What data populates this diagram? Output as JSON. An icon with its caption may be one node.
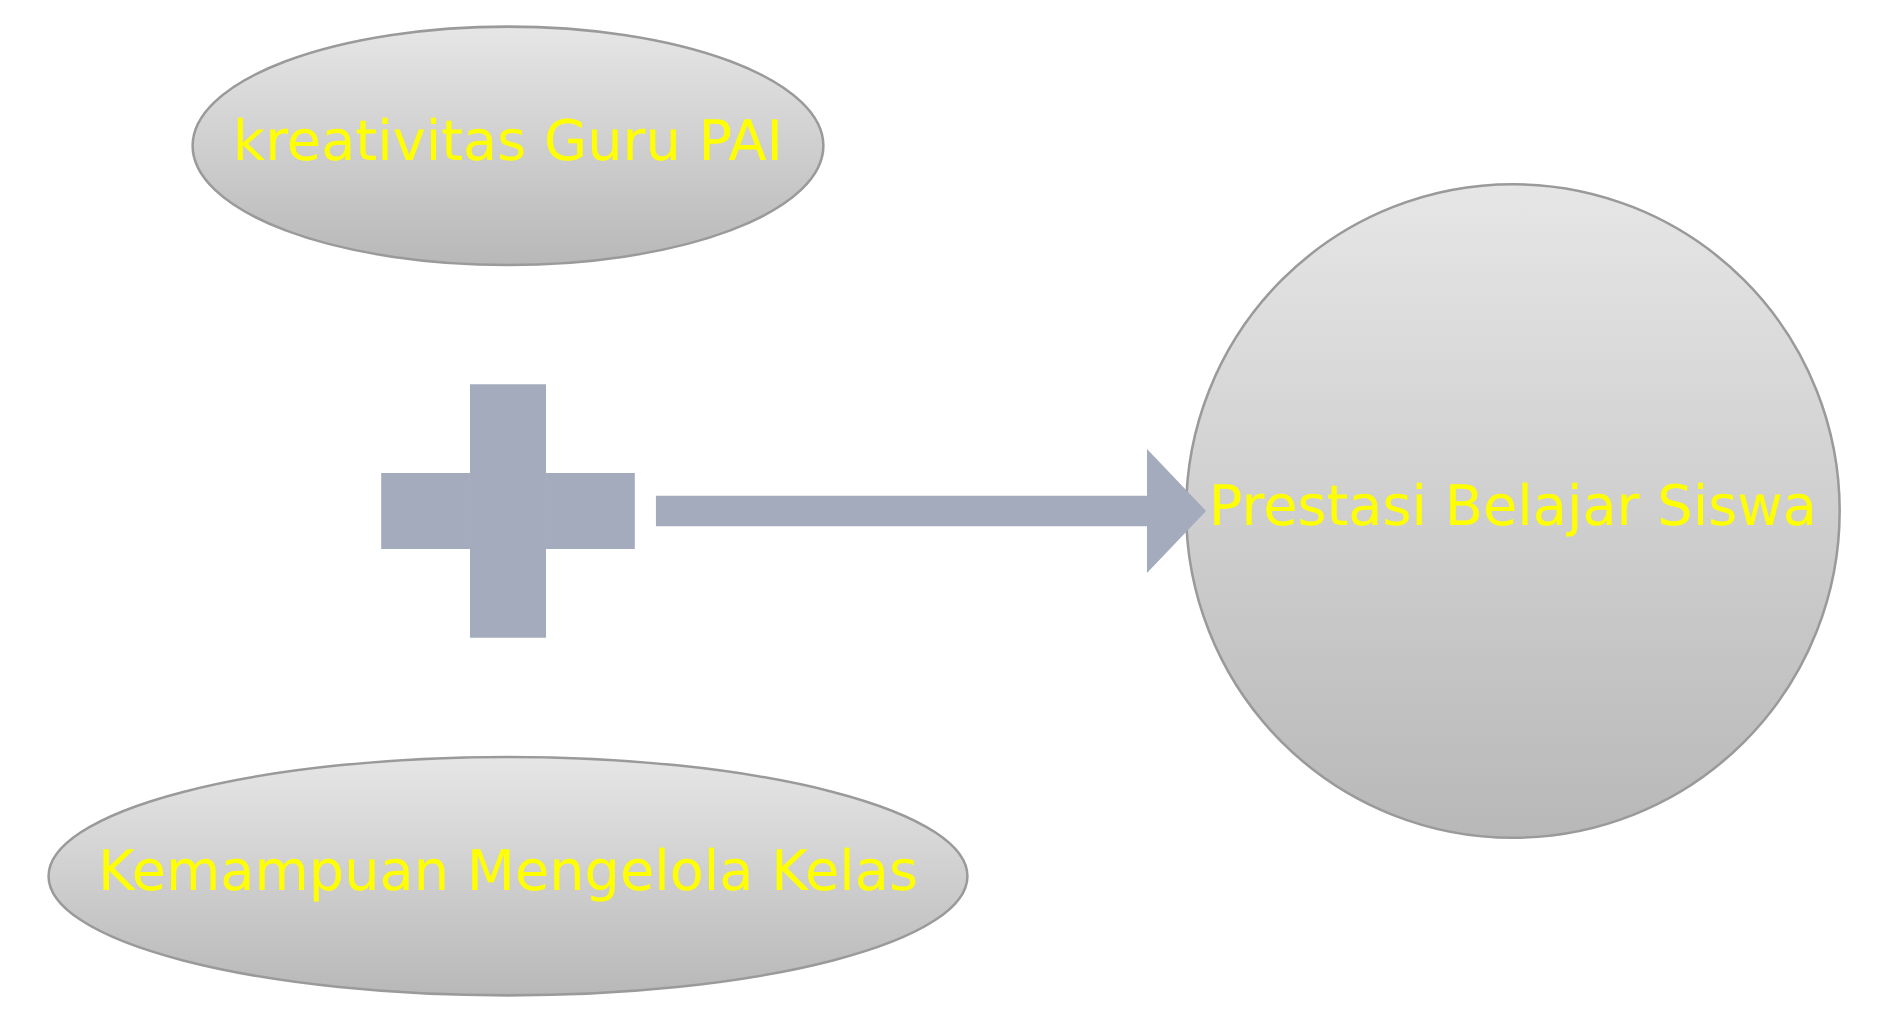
{
  "diagram": {
    "nodes": [
      {
        "text": [
          "kreativitas Guru PAI"
        ]
      },
      {
        "text": [],
        "shape": "plus"
      },
      {
        "text": [
          "Kemampuan Mengelola Kelas"
        ]
      },
      {
        "text": [
          "Prestasi Belajar Siswa"
        ]
      }
    ],
    "edges": [
      {
        "from": 1,
        "to": 3,
        "arrow": "to"
      }
    ]
  }
}
